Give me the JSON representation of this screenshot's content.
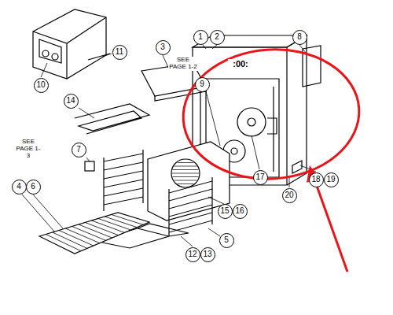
{
  "diagram": {
    "nodes": [
      {
        "text": [
          "10"
        ]
      },
      {
        "text": [
          "11"
        ]
      },
      {
        "text": [
          "3"
        ]
      },
      {
        "text": [
          "1"
        ]
      },
      {
        "text": [
          "2"
        ]
      },
      {
        "text": [
          "8"
        ]
      },
      {
        "text": [
          "9"
        ]
      },
      {
        "text": [
          "14"
        ]
      },
      {
        "text": [
          "7"
        ]
      },
      {
        "text": [
          "17"
        ]
      },
      {
        "text": [
          "18"
        ]
      },
      {
        "text": [
          "19"
        ]
      },
      {
        "text": [
          "20"
        ]
      },
      {
        "text": [
          "4"
        ]
      },
      {
        "text": [
          "6"
        ]
      },
      {
        "text": [
          "15"
        ]
      },
      {
        "text": [
          "16"
        ]
      },
      {
        "text": [
          "5"
        ]
      },
      {
        "text": [
          "12"
        ]
      },
      {
        "text": [
          "13"
        ]
      }
    ],
    "labels": [
      "SEE PAGE 1-2",
      ":00:",
      "SEE PAGE 1-3"
    ]
  }
}
